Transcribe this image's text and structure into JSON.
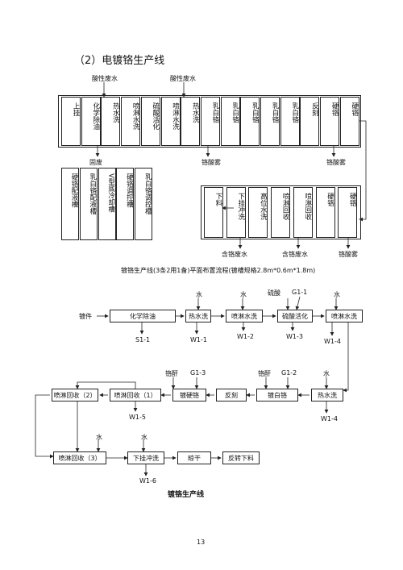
{
  "heading": "（2）电镀铬生产线",
  "plan": {
    "top_labels": {
      "acid1": "酸性废水",
      "acid2": "酸性废水"
    },
    "row1": [
      "上挂",
      "化学除油",
      "热水洗",
      "喷淋水洗",
      "硫酸活化",
      "喷淋水洗",
      "热水洗",
      "乳白铬",
      "乳白铬",
      "乳白铬",
      "乳白铬",
      "乳白铬",
      "反刻",
      "硬铬",
      "硬铬"
    ],
    "row2": [
      "下料",
      "下挂冲洗",
      "高位水洗",
      "喷淋回收",
      "喷淋回收",
      "硬铬",
      "硬铬"
    ],
    "aux": [
      "硬铬配液槽",
      "乳白铬配液槽",
      "V型底冷却槽",
      "硬铬调控槽",
      "乳白铬调控槽"
    ],
    "labels": {
      "solid_waste": "固废",
      "chrome_mist1": "铬酸雾",
      "chrome_mist2": "铬酸雾",
      "chrome_mist3": "铬酸雾",
      "cr_waste1": "含铬废水",
      "cr_waste2": "含铬废水"
    },
    "caption": "镀铬生产线(3条2用1备)平面布置流程(镀槽规格2.8m*0.6m*1.8m)"
  },
  "flow": {
    "workpiece": "镀件",
    "r1": {
      "degrease": "化学除油",
      "hot_wash": "热水洗",
      "spray": "喷淋水洗",
      "acid_act": "硫酸活化",
      "spray2": "喷淋水洗"
    },
    "r2": {
      "spray_rec2": "喷淋回收（2）",
      "spray_rec1": "喷淋回收（1）",
      "hard_cr": "镀硬铬",
      "etch": "反刻",
      "milky_cr": "镀白铬",
      "hot_wash": "热水洗"
    },
    "r3": {
      "spray_rec3": "喷淋回收（3）",
      "unhang": "下挂冲洗",
      "dry": "晾干",
      "unload": "反转下料"
    },
    "tags": {
      "water1": "水",
      "water2": "水",
      "sulfuric": "硫酸",
      "water3": "水",
      "water4": "水",
      "water5": "水",
      "water6": "水",
      "chrome_anhydride1": "铬酐",
      "chrome_anhydride2": "铬酐",
      "g11": "G1-1",
      "g12": "G1-2",
      "g13": "G1-3",
      "s11": "S1-1",
      "w11": "W1-1",
      "w12": "W1-2",
      "w13": "W1-3",
      "w14a": "W1-4",
      "w14b": "W1-4",
      "w15": "W1-5",
      "w16": "W1-6"
    },
    "caption": "镀铬生产线"
  },
  "page_number": "13"
}
